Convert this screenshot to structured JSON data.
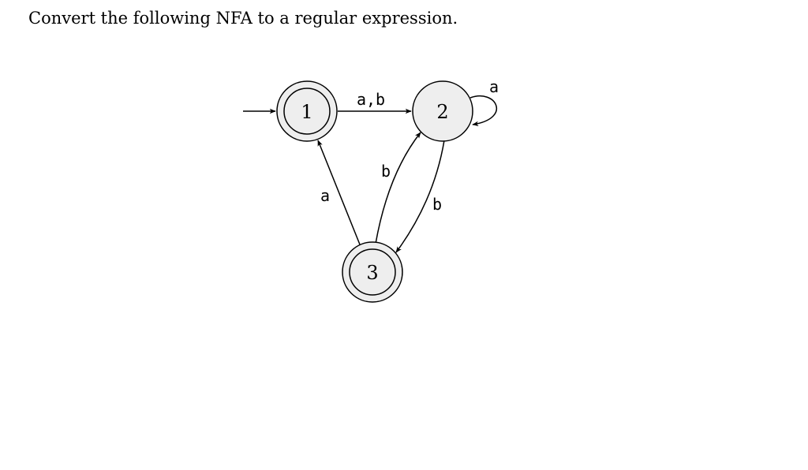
{
  "question": {
    "text": "Convert the following NFA to a regular expression."
  },
  "nfa": {
    "start_state": "1",
    "states": [
      {
        "id": "1",
        "label": "1",
        "accepting": true
      },
      {
        "id": "2",
        "label": "2",
        "accepting": false
      },
      {
        "id": "3",
        "label": "3",
        "accepting": true
      }
    ],
    "transitions": [
      {
        "from": "1",
        "to": "2",
        "label": "a,b"
      },
      {
        "from": "2",
        "to": "2",
        "label": "a"
      },
      {
        "from": "3",
        "to": "1",
        "label": "a"
      },
      {
        "from": "3",
        "to": "2",
        "label": "b"
      },
      {
        "from": "2",
        "to": "3",
        "label": "b"
      }
    ]
  },
  "colors": {
    "state_fill": "#eeeeee",
    "stroke": "#000000",
    "text": "#000000"
  }
}
